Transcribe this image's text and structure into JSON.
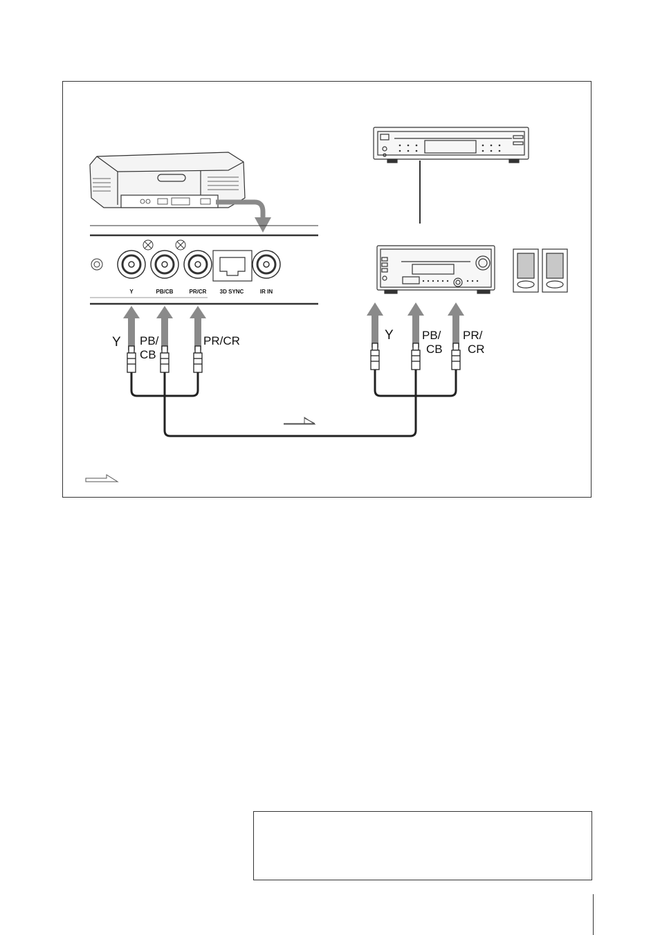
{
  "projector_panel": {
    "jacks": {
      "y": "Y",
      "pb": "PB/CB",
      "pr": "PR/CR",
      "sync": "3D SYNC",
      "ir": "IR IN"
    }
  },
  "cable_labels_left": {
    "y": "Y",
    "pb_1": "PB/",
    "pb_2": "CB",
    "pr": "PR/CR"
  },
  "cable_labels_right": {
    "y": "Y",
    "pb_1": "PB/",
    "pb_2": "CB",
    "pr_1": "PR/",
    "pr_2": "CR"
  },
  "icons": [
    "projector-icon",
    "player-icon",
    "av-receiver-icon",
    "speaker-icon",
    "signal-flow-arrow-icon"
  ],
  "colors": {
    "arrow": "#8a8a8a",
    "cable": "#222222",
    "line": "#333333"
  }
}
